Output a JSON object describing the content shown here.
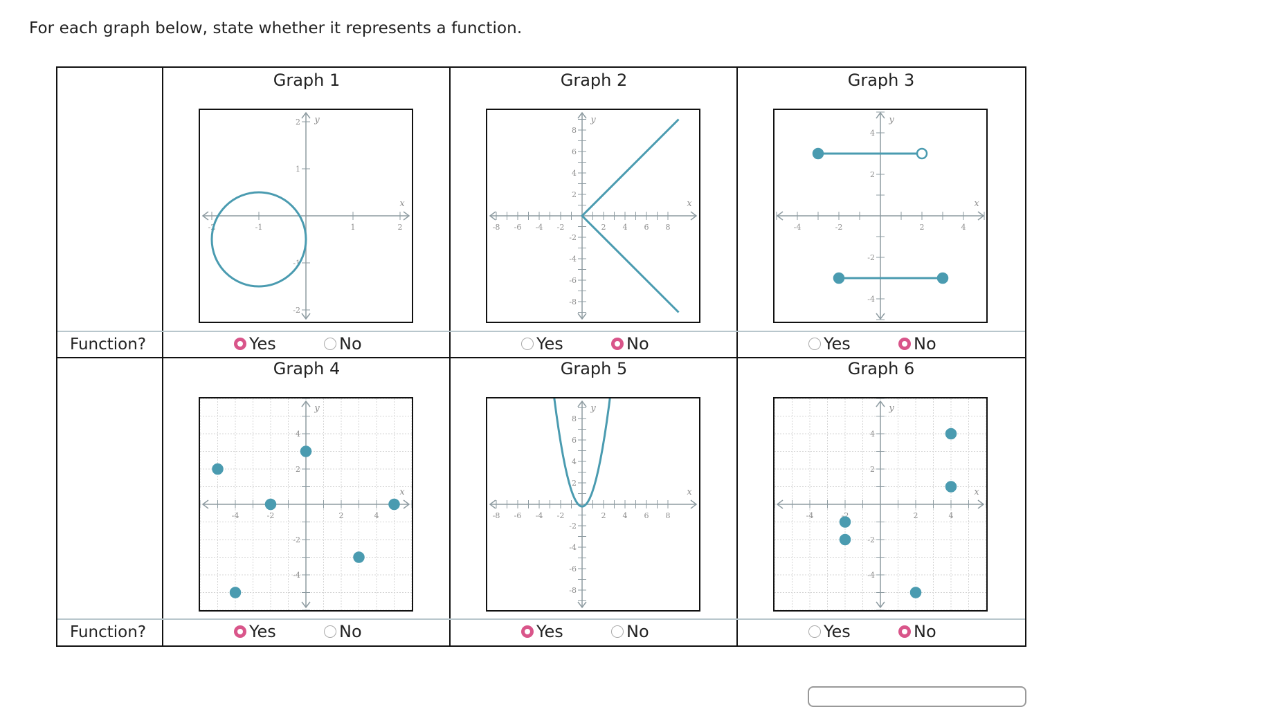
{
  "question": "For each graph below, state whether it represents a function.",
  "row_label": "Function?",
  "yes_label": "Yes",
  "no_label": "No",
  "accent_color": "#4a9bb0",
  "selected_radio_color": "#d9558a",
  "graphs": [
    {
      "title": "Graph 1",
      "selected": "Yes",
      "x_ticks": [
        "-2",
        "-1",
        "1",
        "2"
      ],
      "y_ticks": [
        "2",
        "1",
        "-1",
        "-2"
      ]
    },
    {
      "title": "Graph 2",
      "selected": "No",
      "x_ticks": [
        "-8",
        "-6",
        "-4",
        "-2",
        "2",
        "4",
        "6",
        "8"
      ],
      "y_ticks": [
        "8",
        "6",
        "4",
        "2",
        "-2",
        "-4",
        "-6",
        "-8"
      ]
    },
    {
      "title": "Graph 3",
      "selected": "No",
      "x_ticks": [
        "-4",
        "-2",
        "2",
        "4"
      ],
      "y_ticks": [
        "4",
        "2",
        "-2",
        "-4"
      ]
    },
    {
      "title": "Graph 4",
      "selected": "Yes",
      "x_ticks": [
        "-4",
        "-2",
        "2",
        "4"
      ],
      "y_ticks": [
        "4",
        "2",
        "-2",
        "-4"
      ]
    },
    {
      "title": "Graph 5",
      "selected": "Yes",
      "x_ticks": [
        "-8",
        "-6",
        "-4",
        "-2",
        "2",
        "4",
        "6",
        "8"
      ],
      "y_ticks": [
        "8",
        "6",
        "4",
        "2",
        "-2",
        "-4",
        "-6",
        "-8"
      ]
    },
    {
      "title": "Graph 6",
      "selected": "No",
      "x_ticks": [
        "-4",
        "-2",
        "2",
        "4"
      ],
      "y_ticks": [
        "4",
        "2",
        "-2",
        "-4"
      ]
    }
  ],
  "axis_x_label": "x",
  "axis_y_label": "y"
}
